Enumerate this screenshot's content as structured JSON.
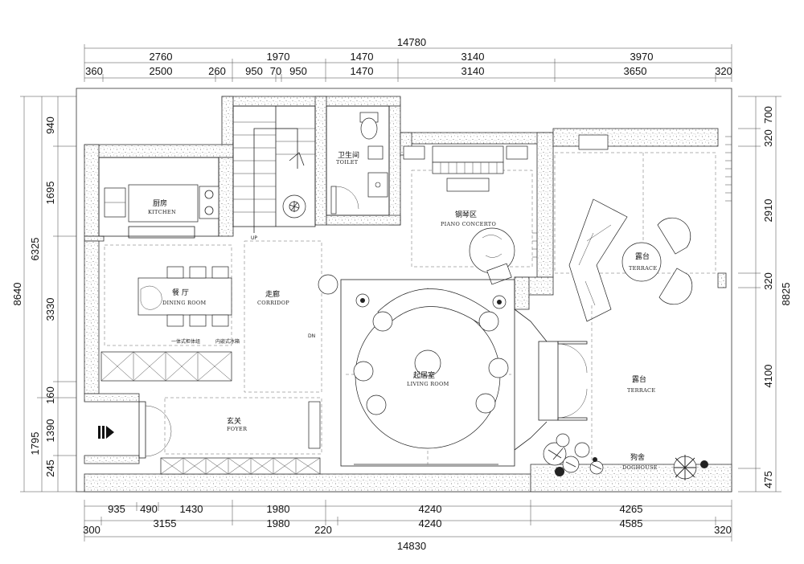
{
  "dims": {
    "top_total": "14780",
    "top_row1": [
      "2760",
      "1970",
      "1470",
      "3140",
      "3970"
    ],
    "top_row2": [
      "360",
      "2500",
      "260",
      "950",
      "70",
      "950",
      "1470",
      "3140",
      "3650",
      "320"
    ],
    "bottom_row1": [
      "935",
      "490",
      "1430",
      "1980",
      "4240",
      "4265"
    ],
    "bottom_row2": [
      "300",
      "3155",
      "1980",
      "220",
      "4240",
      "4585",
      "320"
    ],
    "bottom_total": "14830",
    "left_total": "8640",
    "left_row1": [
      "6325",
      "1795"
    ],
    "left_row2": [
      "940",
      "1695",
      "3330",
      "160",
      "1390",
      "245"
    ],
    "right_total": "8825",
    "right_row": [
      "700",
      "320",
      "2910",
      "320",
      "4100",
      "475"
    ]
  },
  "rooms": {
    "kitchen": {
      "cn": "厨房",
      "en": "KITCHEN"
    },
    "toilet": {
      "cn": "卫生间",
      "en": "TOILET"
    },
    "piano": {
      "cn": "钢琴区",
      "en": "PIANO CONCERTO"
    },
    "terrace_top": {
      "cn": "露台",
      "en": "TERRACE"
    },
    "dining": {
      "cn": "餐 厅",
      "en": "DINING ROOM"
    },
    "corridor": {
      "cn": "走廊",
      "en": "CORRIDOP"
    },
    "living": {
      "cn": "起居室",
      "en": "LIVING ROOM"
    },
    "terrace_bottom": {
      "cn": "露台",
      "en": "TERRACE"
    },
    "foyer": {
      "cn": "玄关",
      "en": "FOYER"
    },
    "doghouse": {
      "cn": "狗舍",
      "en": "DOGHOUSE"
    }
  },
  "notes": {
    "up": "UP",
    "dn": "DN",
    "cabinet_a": "一体式柜体组",
    "cabinet_b": "内嵌式冰箱"
  }
}
